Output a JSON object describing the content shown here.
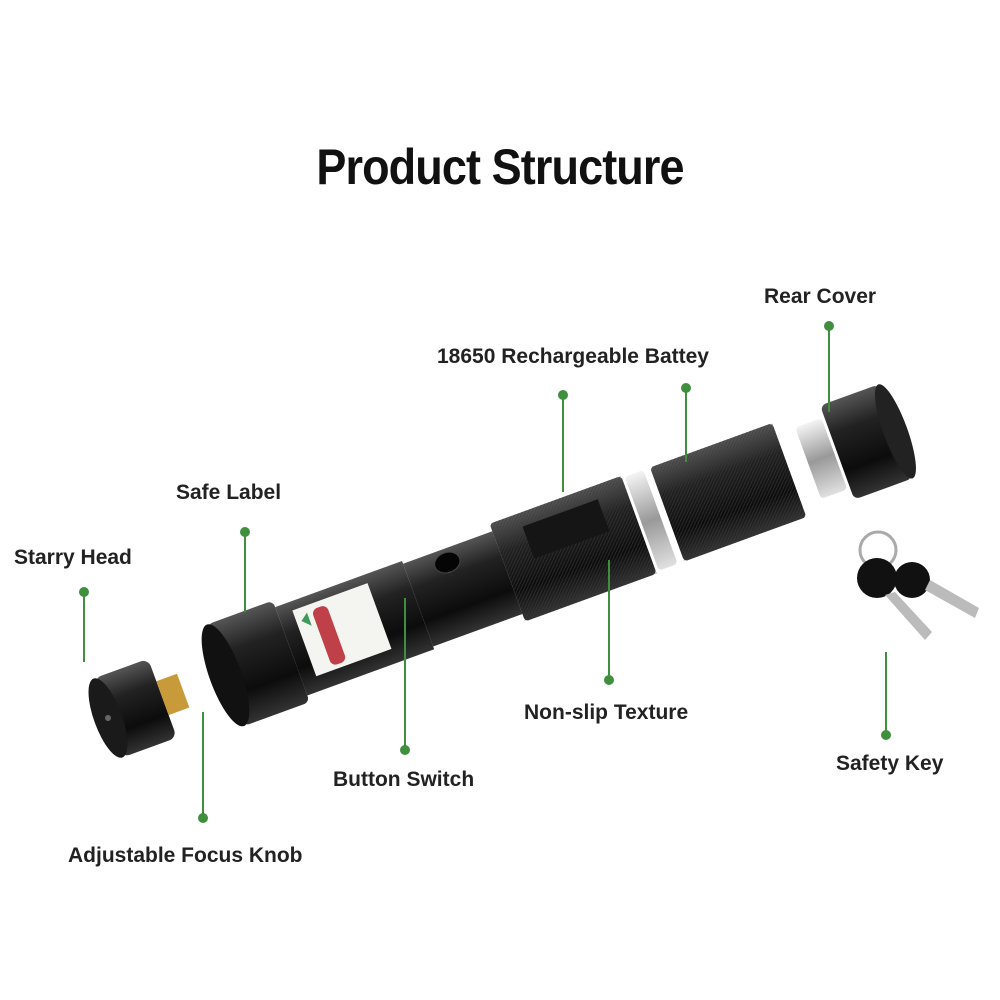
{
  "title": "Product Structure",
  "colors": {
    "leader_line": "#3f8f3f",
    "body": "#161616",
    "ring": "#c9c9c9",
    "brass": "#c89a3a"
  },
  "labels": {
    "starry_head": "Starry Head",
    "safe_label": "Safe Label",
    "adjustable_focus_knob": "Adjustable Focus Knob",
    "button_switch": "Button Switch",
    "battery": "18650 Rechargeable Battey",
    "rear_cover": "Rear Cover",
    "non_slip_texture": "Non-slip Texture",
    "safety_key": "Safety Key"
  }
}
